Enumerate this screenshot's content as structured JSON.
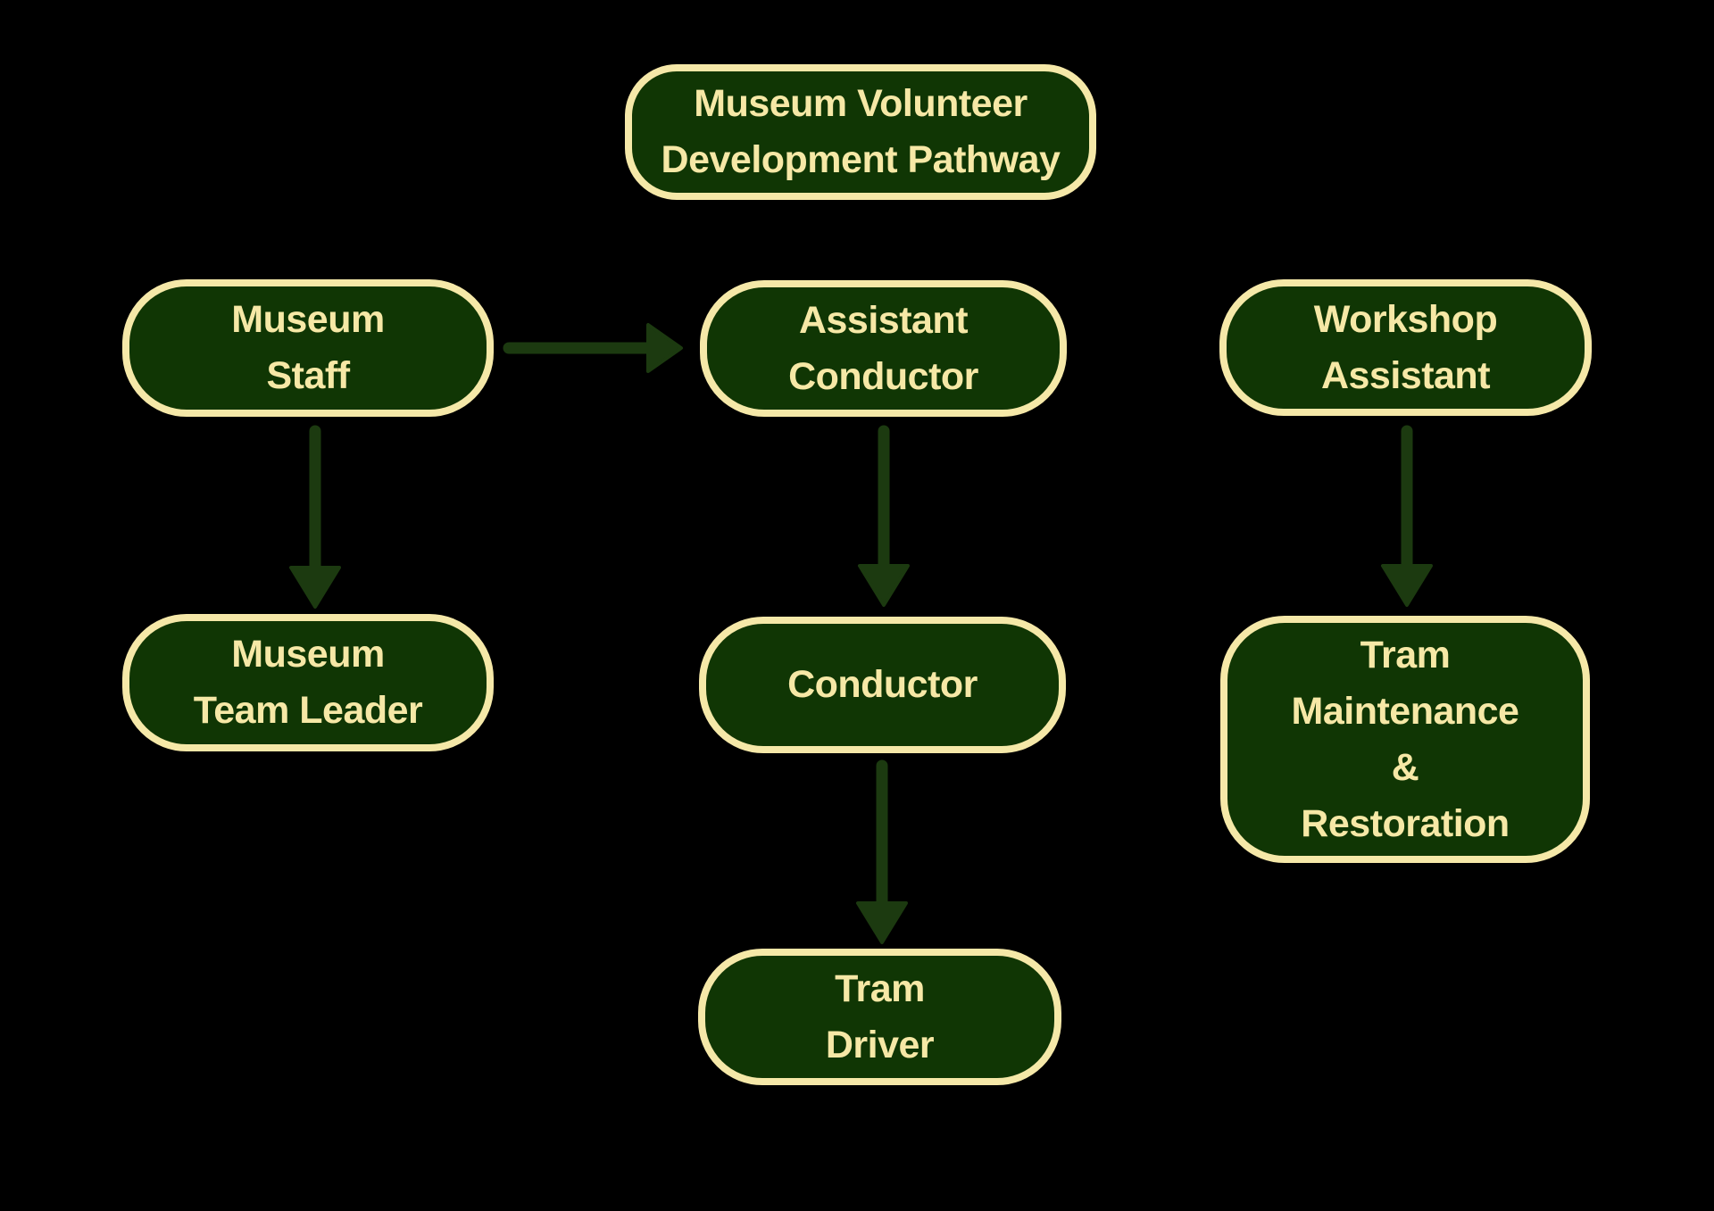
{
  "colors": {
    "background": "#000000",
    "node_fill": "#103604",
    "node_border": "#f5e8a8",
    "node_text": "#f6e8a6",
    "arrow": "#1c3a10"
  },
  "diagram": {
    "type": "flowchart",
    "title": "Museum Volunteer Development Pathway",
    "nodes": {
      "title": {
        "lines": [
          "Museum Volunteer",
          "Development Pathway"
        ]
      },
      "museum_staff": {
        "lines": [
          "Museum",
          "Staff"
        ]
      },
      "assistant_conductor": {
        "lines": [
          "Assistant",
          "Conductor"
        ]
      },
      "workshop_assistant": {
        "lines": [
          "Workshop",
          "Assistant"
        ]
      },
      "museum_team_leader": {
        "lines": [
          "Museum",
          "Team Leader"
        ]
      },
      "conductor": {
        "lines": [
          "Conductor"
        ]
      },
      "tram_maintenance_restoration": {
        "lines": [
          "Tram",
          "Maintenance",
          "&",
          "Restoration"
        ]
      },
      "tram_driver": {
        "lines": [
          "Tram",
          "Driver"
        ]
      }
    },
    "edges": [
      {
        "from": "Museum Staff",
        "to": "Assistant Conductor",
        "direction": "right"
      },
      {
        "from": "Museum Staff",
        "to": "Museum Team Leader",
        "direction": "down"
      },
      {
        "from": "Assistant Conductor",
        "to": "Conductor",
        "direction": "down"
      },
      {
        "from": "Workshop Assistant",
        "to": "Tram Maintenance & Restoration",
        "direction": "down"
      },
      {
        "from": "Conductor",
        "to": "Tram Driver",
        "direction": "down"
      }
    ]
  }
}
